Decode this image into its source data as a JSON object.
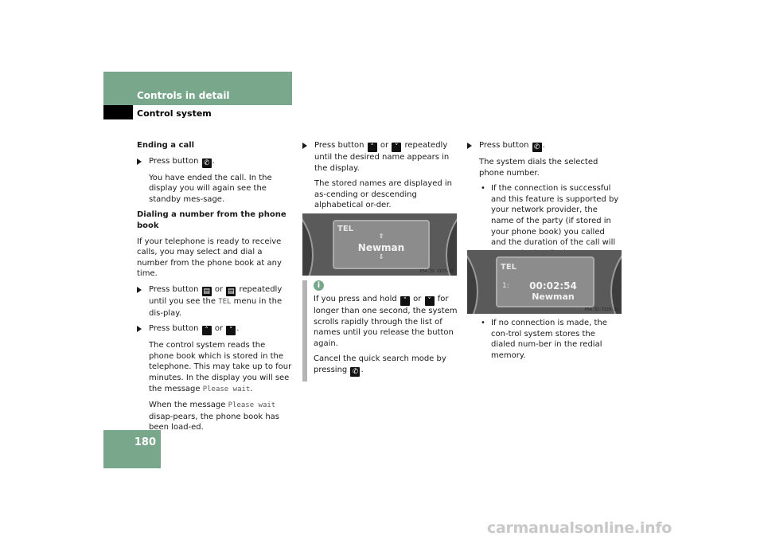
{
  "header": {
    "title": "Controls in detail",
    "subtitle": "Control system"
  },
  "page_number": "180",
  "col1": {
    "ending_heading": "Ending a call",
    "step1_pre": "Press button",
    "step1_post": ".",
    "ended_text": "You have ended the call. In the display you will again see the standby mes-sage.",
    "dialing_heading": "Dialing a number from the phone book",
    "dialing_intro": "If your telephone is ready to receive calls, you may select and dial a number from the phone book at any time.",
    "step2_pre": "Press button",
    "step2_or": "or",
    "step2_mid": "repeatedly until you see the",
    "step2_menu": "TEL",
    "step2_post": "menu in the dis-play.",
    "step3_pre": "Press button",
    "step3_or": "or",
    "step3_post": ".",
    "reads_text": "The control system reads the phone book which is stored in the telephone. This may take up to four minutes. In the display you will see the message",
    "please_wait": "Please wait",
    "period": ".",
    "when_pre": "When the message",
    "when_msg": "Please wait",
    "when_post": "disap-pears, the phone book has been load-ed."
  },
  "col2": {
    "step_pre": "Press button",
    "step_or": "or",
    "step_post": "repeatedly until the desired name appears in the display.",
    "stored_text": "The stored names are displayed in as-cending or descending alphabetical or-der.",
    "display": {
      "label": "TEL",
      "name": "Newman",
      "code": "P54.32-3133-31"
    },
    "note": {
      "p1_pre": "If you press and hold",
      "p1_or": "or",
      "p1_post": "for longer than one second, the system scrolls rapidly through the list of names until you release the button again.",
      "p2_pre": "Cancel the quick search mode by pressing",
      "p2_post": "."
    }
  },
  "col3": {
    "step_pre": "Press button",
    "step_post": ".",
    "dials_text": "The system dials the selected phone number.",
    "bullet1": "If the connection is successful and this feature is supported by your network provider, the name of the party (if stored in your phone book) you called and the duration of the call will appear in the display.",
    "display": {
      "label": "TEL",
      "line": "1:",
      "time": "00:02:54",
      "name": "Newman",
      "code": "P54.32-3133-31"
    },
    "bullet2": "If no connection is made, the con-trol system stores the dialed num-ber in the redial memory."
  },
  "icons": {
    "end_call": "handset-down-icon",
    "menu_next": "display-menu-icon",
    "scroll_up": "arrow-up-key-icon",
    "scroll_down": "arrow-down-key-icon",
    "send_call": "handset-up-icon",
    "info": "info-icon"
  },
  "colors": {
    "accent": "#79a78b",
    "note_bar": "#b4b4b4"
  },
  "watermark": "carmanualsonline.info"
}
